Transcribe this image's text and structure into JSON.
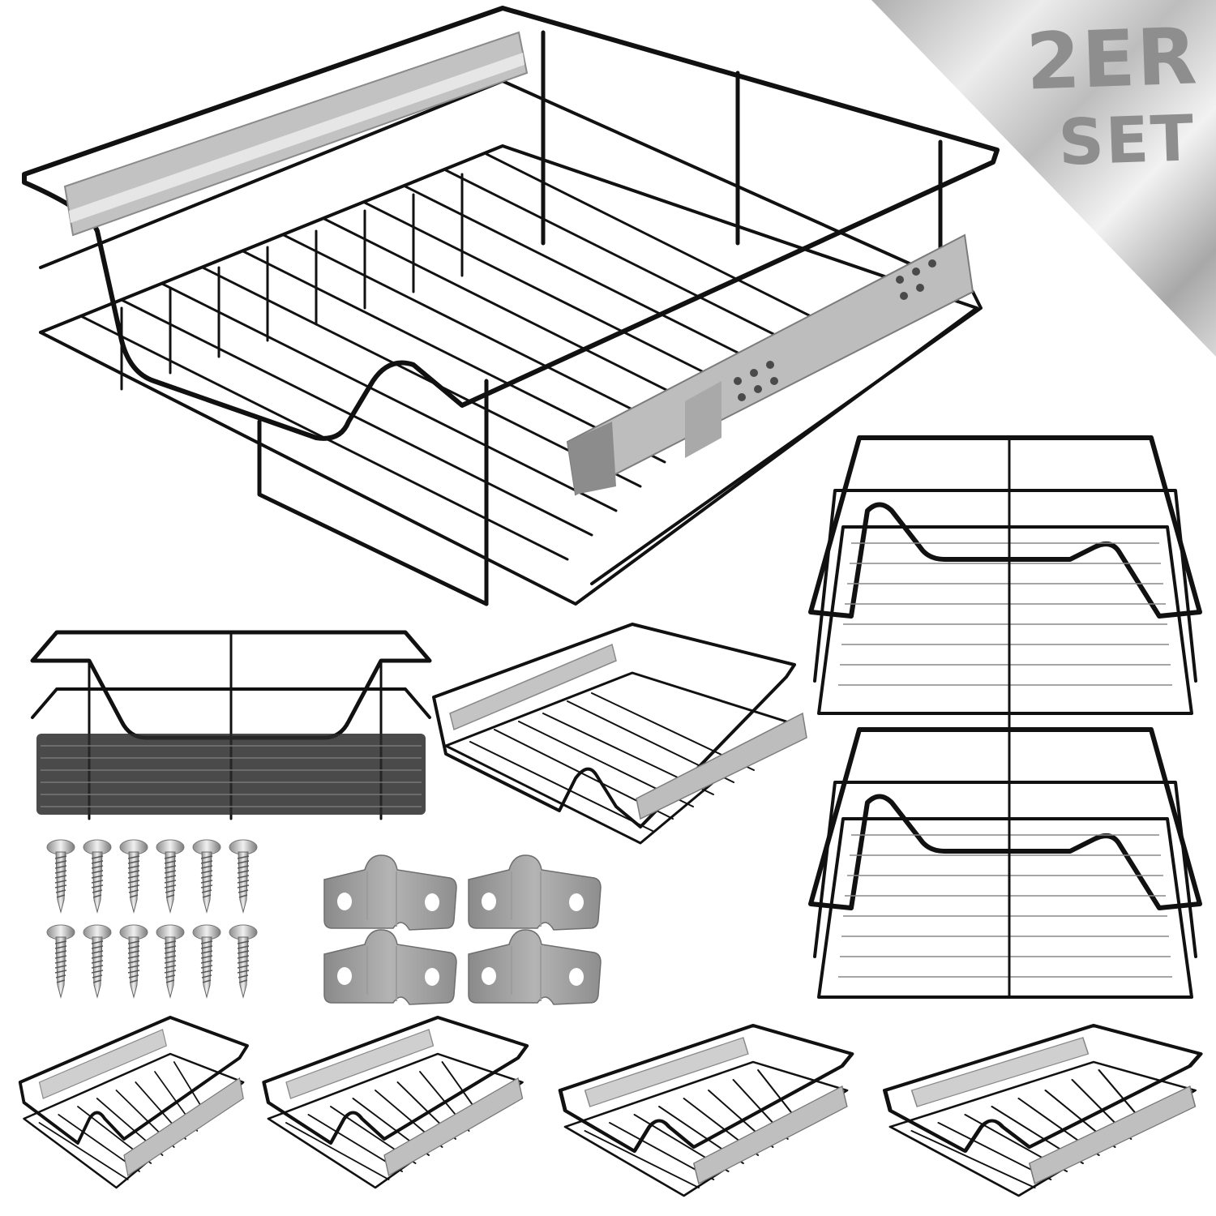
{
  "badge": {
    "line1": "2ER",
    "line2": "SET",
    "colors": {
      "band_light": "#e8e8e8",
      "band_mid": "#c8c8c8",
      "band_dark": "#a6a6a6",
      "text": "#8e8e8e"
    }
  },
  "product": {
    "main_basket": {
      "wire_color": "#111111",
      "rail_color": "#b8b8b8"
    },
    "side_view_basket": {},
    "angled_small_basket": {},
    "stacked_baskets_count": 2,
    "screws": {
      "rows": 2,
      "columns": 6,
      "count": 12
    },
    "brackets": {
      "rows": 2,
      "columns": 2,
      "count": 4,
      "color": "#9a9a9a"
    },
    "size_variants": {
      "count": 4
    }
  }
}
